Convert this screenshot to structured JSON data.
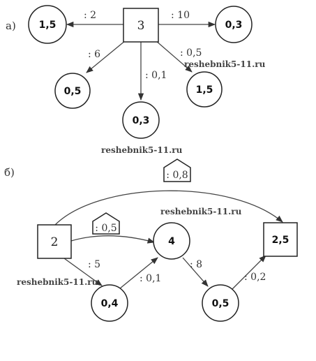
{
  "part_a": {
    "label": "а)",
    "center": "3",
    "nodes": {
      "left": "1,5",
      "right": "0,3",
      "lower_left": "0,5",
      "bottom": "0,3",
      "lower_right": "1,5"
    },
    "ops": {
      "left": ": 2",
      "right": ": 10",
      "lower_left": ": 6",
      "bottom": ": 0,1",
      "lower_right": ": 0,5"
    }
  },
  "part_b": {
    "label": "б)",
    "start": "2",
    "end": "2,5",
    "nodes": {
      "mid_top": "4",
      "low_left": "0,4",
      "low_right": "0,5"
    },
    "ops": {
      "top_arc": ": 0,8",
      "to_mid": ": 0,5",
      "to_low_left": ": 5",
      "low_left_to_mid": ": 0,1",
      "mid_to_low_right": ": 8",
      "low_right_to_end": ": 0,2"
    }
  },
  "watermarks": [
    "reshebnik5-11.ru",
    "reshebnik5-11.ru",
    "reshebnik5-11.ru",
    "reshebnik5-11.ru"
  ]
}
